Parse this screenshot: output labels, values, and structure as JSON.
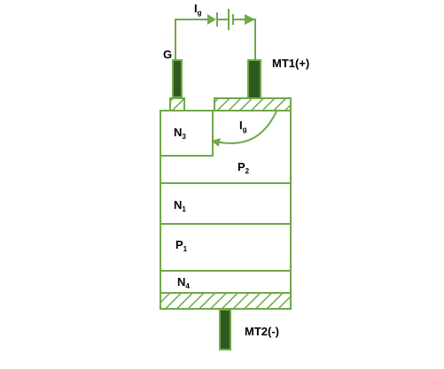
{
  "diagram": {
    "colors": {
      "outline": "#70a84a",
      "terminal": "#2f5a1f",
      "text": "#000000"
    },
    "gate_current": {
      "base": "I",
      "sub": "g"
    },
    "internal_current": {
      "base": "I",
      "sub": "g"
    },
    "terminals": {
      "gate": "G",
      "mt1": "MT1(+)",
      "mt2": "MT2(-)"
    },
    "layers": {
      "n3": {
        "base": "N",
        "sub": "3"
      },
      "p2": {
        "base": "P",
        "sub": "2"
      },
      "n1": {
        "base": "N",
        "sub": "1"
      },
      "p1": {
        "base": "P",
        "sub": "1"
      },
      "n4": {
        "base": "N",
        "sub": "4"
      }
    }
  }
}
